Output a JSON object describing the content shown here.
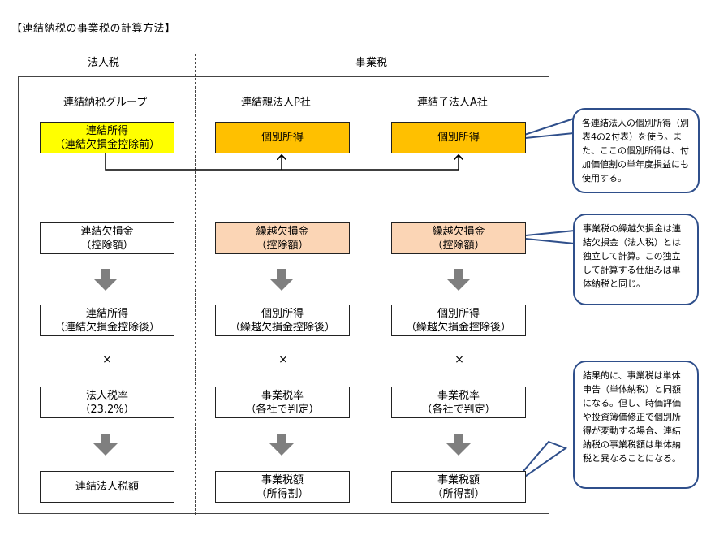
{
  "title": "【連結納税の事業税の計算方法】",
  "columns": {
    "corporate_tax": "法人税",
    "business_tax": "事業税"
  },
  "groups": {
    "consolidated": "連結納税グループ",
    "parent": "連結親法人P社",
    "child": "連結子法人A社"
  },
  "rows": {
    "income_consolidated": [
      "連結所得",
      "（連結欠損金控除前）"
    ],
    "income_individual": "個別所得",
    "minus": "－",
    "loss_consolidated": [
      "連結欠損金",
      "（控除額）"
    ],
    "loss_carryforward": [
      "繰越欠損金",
      "（控除額）"
    ],
    "after_consolidated": [
      "連結所得",
      "（連結欠損金控除後）"
    ],
    "after_individual": [
      "個別所得",
      "（繰越欠損金控除後）"
    ],
    "times": "×",
    "rate_corporate": [
      "法人税率",
      "（23.2%）"
    ],
    "rate_business": [
      "事業税率",
      "（各社で判定）"
    ],
    "result_corporate": "連結法人税額",
    "result_business": [
      "事業税額",
      "（所得割）"
    ]
  },
  "callouts": {
    "c1": "各連結法人の個別所得（別表4の2付表）を使う。また、ここの個別所得は、付加価値割の単年度損益にも使用する。",
    "c2": "事業税の繰越欠損金は連結欠損金（法人税）とは独立して計算。この独立して計算する仕組みは単体納税と同じ。",
    "c3": "結果的に、事業税は単体申告（単体納税）と同額になる。但し、時価評価や投資簿価修正で個別所得が変動する場合、連結納税の事業税額は単体納税と異なることになる。"
  },
  "colors": {
    "yellow": "#ffff00",
    "orange": "#ffc000",
    "peach": "#fbd5b5",
    "arrow_gray": "#7f7f7f",
    "callout_border": "#2f4f8b"
  }
}
